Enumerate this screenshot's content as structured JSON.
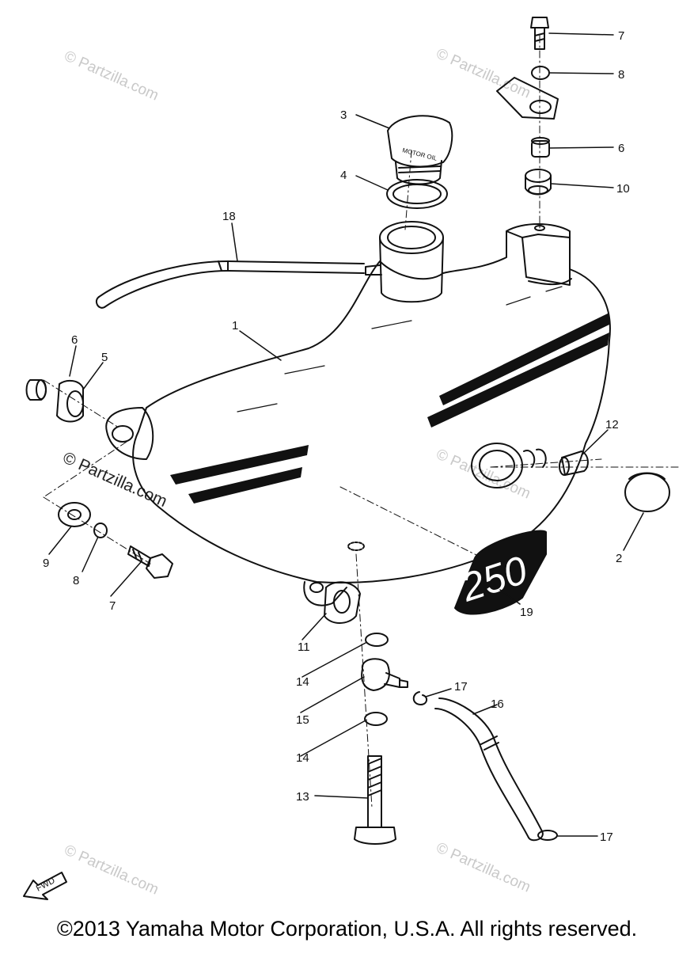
{
  "diagram": {
    "callouts": [
      "7",
      "8",
      "3",
      "6",
      "4",
      "10",
      "18",
      "1",
      "6",
      "5",
      "12",
      "2",
      "9",
      "8",
      "7",
      "19",
      "11",
      "14",
      "17",
      "15",
      "16",
      "14",
      "13",
      "17"
    ],
    "watermark": "© Partzilla.com",
    "fwd_label": "FWD",
    "decal_text": "250",
    "cap_text": "MOTOR OIL"
  },
  "footer": {
    "copyright": "©2013 Yamaha Motor Corporation, U.S.A. All rights reserved."
  }
}
